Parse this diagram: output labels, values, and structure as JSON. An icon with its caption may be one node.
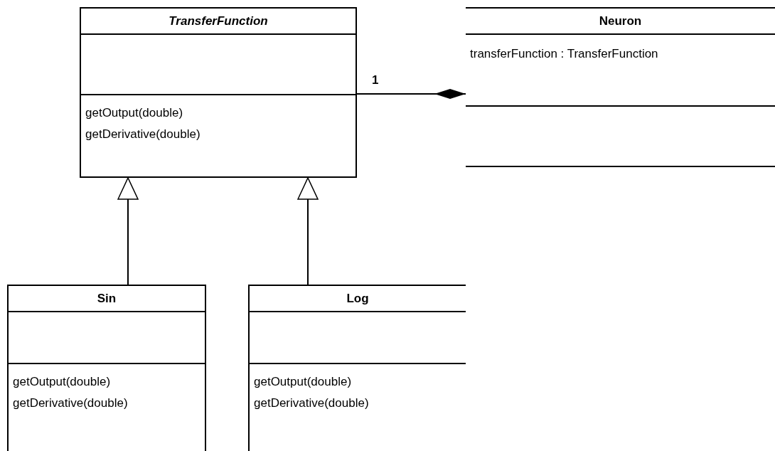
{
  "diagram": {
    "nodes": [
      {
        "text": [
          "TransferFunction",
          "getOutput(double)",
          "getDerivative(double)"
        ]
      },
      {
        "text": [
          "Neuron",
          "transferFunction : TransferFunction"
        ]
      },
      {
        "text": [
          "Sin",
          "getOutput(double)",
          "getDerivative(double)"
        ]
      },
      {
        "text": [
          "Log",
          "getOutput(double)",
          "getDerivative(double)"
        ]
      }
    ],
    "edges": [
      {
        "from": 0,
        "to": 1,
        "arrow": "other",
        "label": "1"
      },
      {
        "from": 2,
        "to": 0,
        "arrow": "to"
      },
      {
        "from": 3,
        "to": 0,
        "arrow": "to"
      }
    ]
  }
}
